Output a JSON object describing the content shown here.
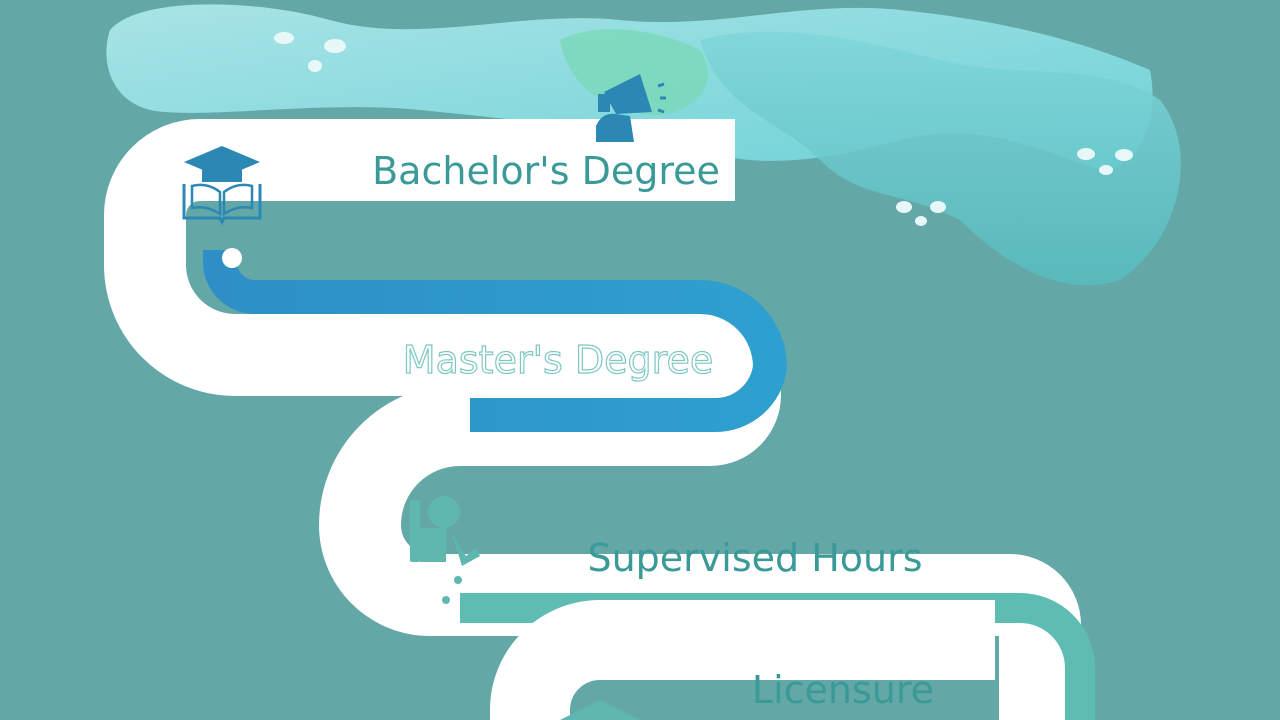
{
  "steps": [
    {
      "label": "Bachelor's Degree",
      "icon": "graduation-cap-book-icon"
    },
    {
      "label": "Master's Degree",
      "icon": ""
    },
    {
      "label": "Supervised Hours",
      "icon": "counselor-session-icon"
    },
    {
      "label": "Licensure",
      "icon": "license-badge-icon"
    }
  ],
  "decorations": {
    "top_icon": "megaphone-icon"
  },
  "colors": {
    "background": "#63a7a7",
    "road": "#ffffff",
    "blue_stripe": "#2a98c8",
    "teal_stripe": "#5fbcb3",
    "text": "#3a9a98",
    "icon_blue": "#2b87b4"
  }
}
